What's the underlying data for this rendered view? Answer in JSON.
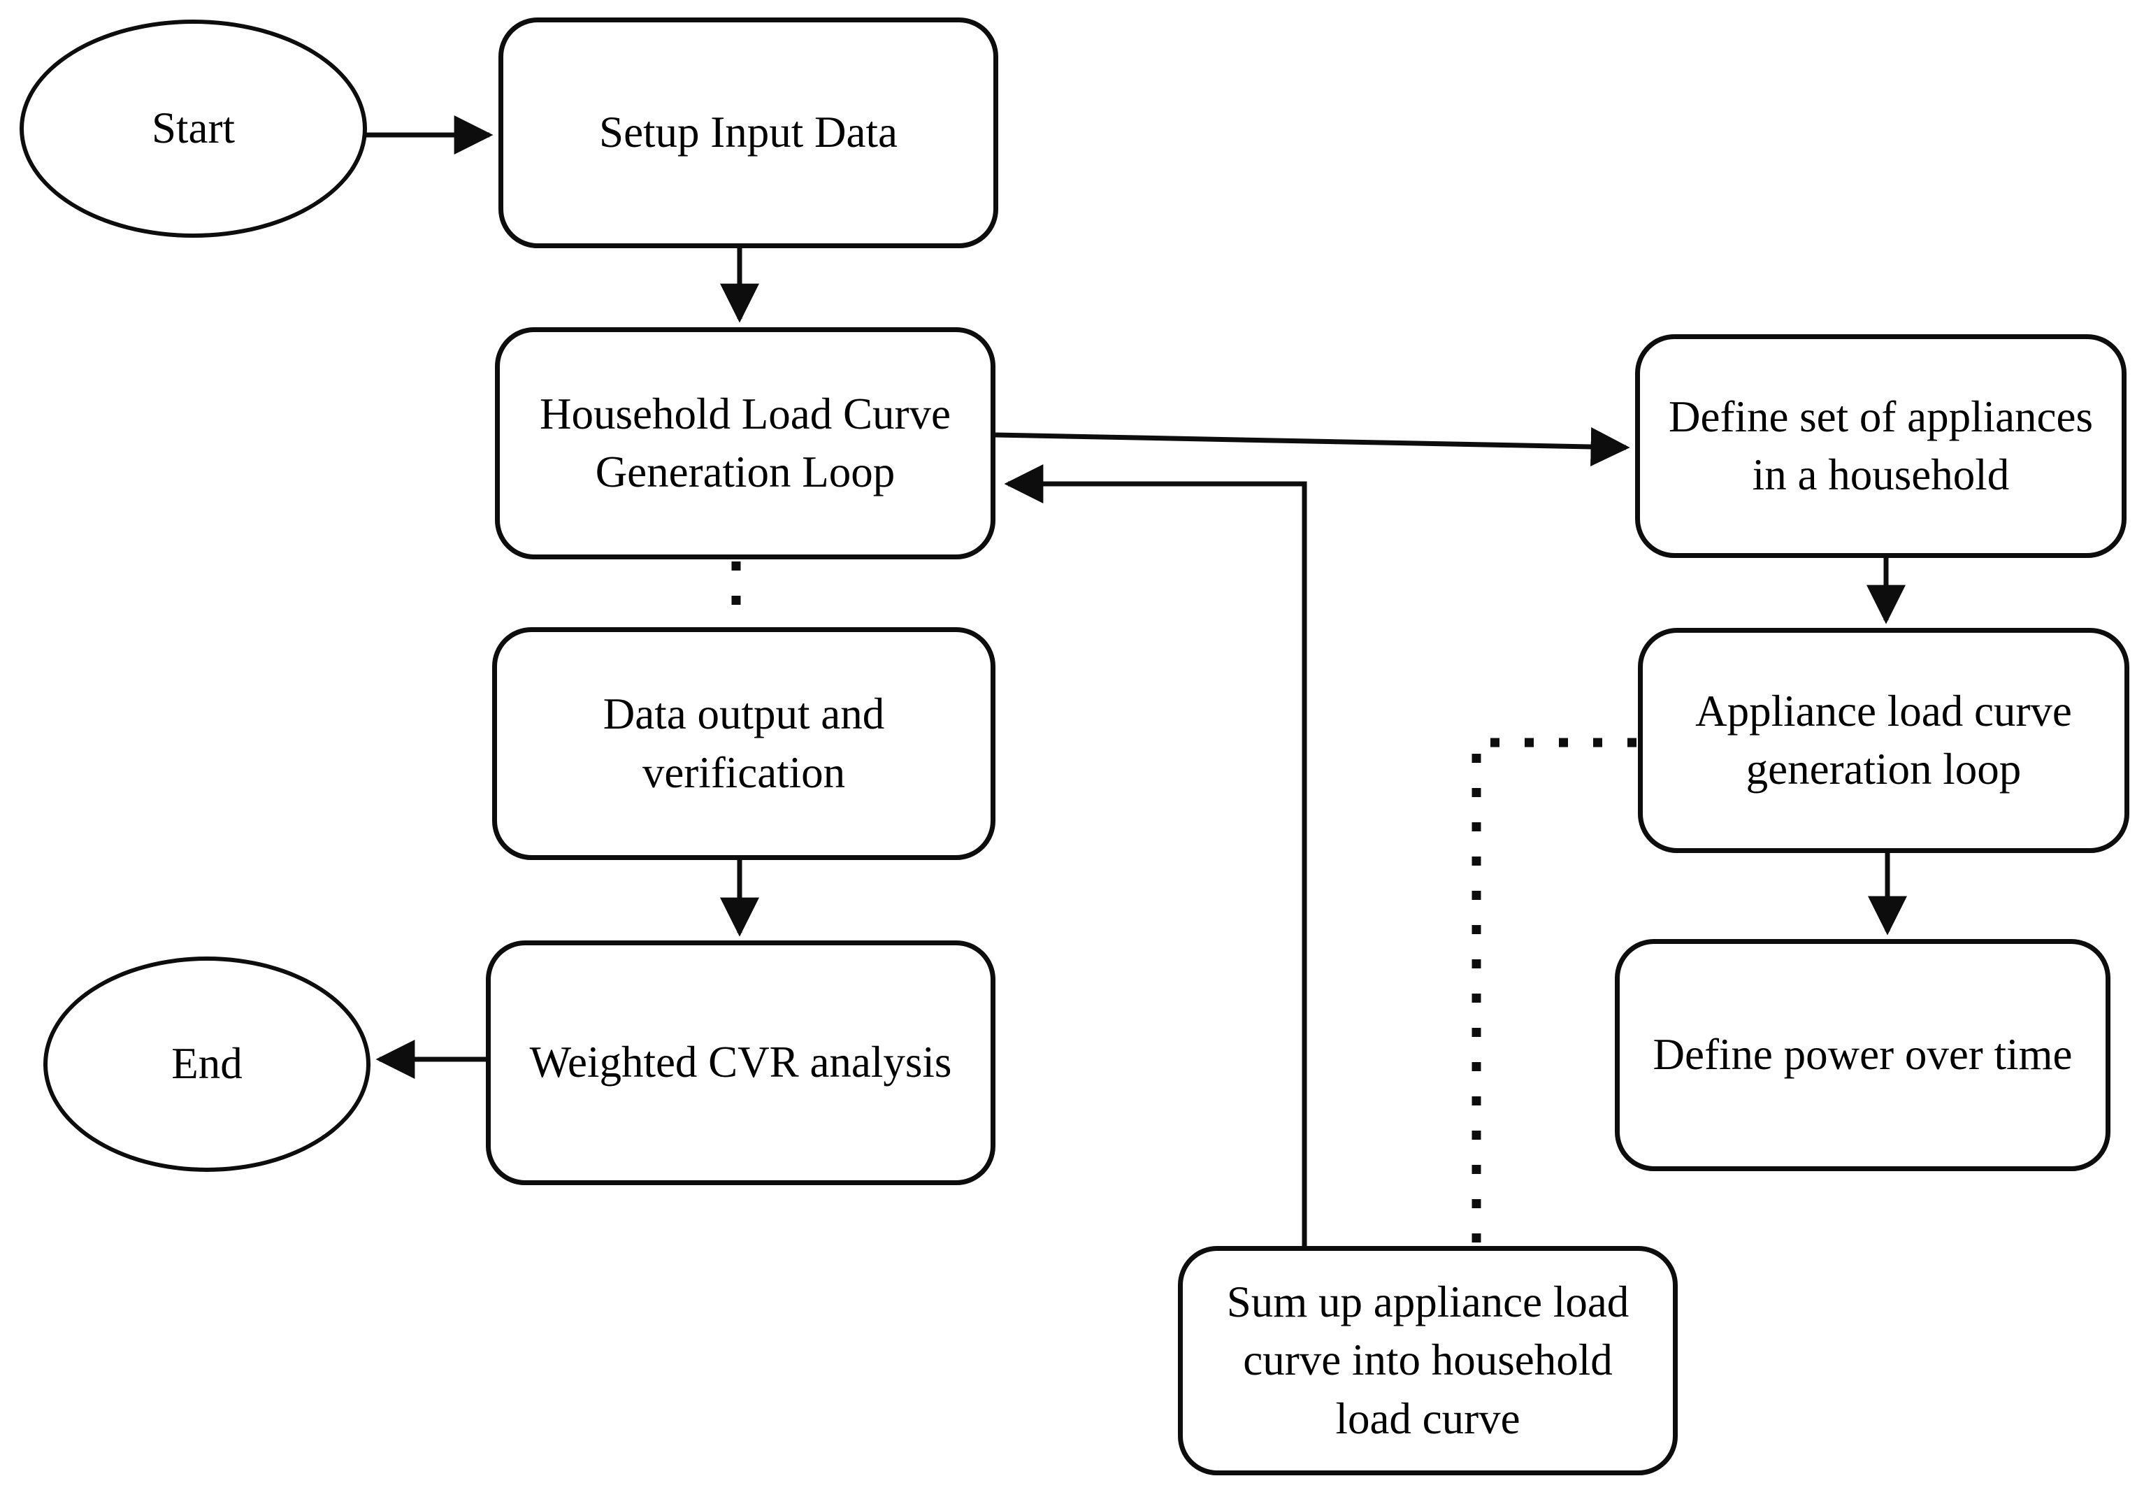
{
  "diagram": {
    "type": "flowchart",
    "colors": {
      "background": "#ffffff",
      "stroke": "#0d0d0d",
      "text": "#000000",
      "node_fill": "#ffffff"
    },
    "nodes": {
      "start": {
        "shape": "ellipse",
        "lines": [
          "Start"
        ]
      },
      "setup_input_data": {
        "shape": "rounded-rect",
        "lines": [
          "Setup Input Data"
        ]
      },
      "household_loop": {
        "shape": "rounded-rect",
        "lines": [
          "Household Load Curve",
          "Generation Loop"
        ]
      },
      "data_output": {
        "shape": "rounded-rect",
        "lines": [
          "Data output and",
          "verification"
        ]
      },
      "weighted_cvr": {
        "shape": "rounded-rect",
        "lines": [
          "Weighted CVR analysis"
        ]
      },
      "end": {
        "shape": "ellipse",
        "lines": [
          "End"
        ]
      },
      "define_set": {
        "shape": "rounded-rect",
        "lines": [
          "Define set of appliances",
          "in a household"
        ]
      },
      "appliance_loop": {
        "shape": "rounded-rect",
        "lines": [
          "Appliance load curve",
          "generation loop"
        ]
      },
      "define_power": {
        "shape": "rounded-rect",
        "lines": [
          "Define power over time"
        ]
      },
      "sum_up": {
        "shape": "rounded-rect",
        "lines": [
          "Sum up appliance load",
          "curve into household",
          "load curve"
        ]
      }
    },
    "edges": [
      {
        "from": "start",
        "to": "setup_input_data",
        "style": "solid",
        "arrow": "to"
      },
      {
        "from": "setup_input_data",
        "to": "household_loop",
        "style": "solid",
        "arrow": "to"
      },
      {
        "from": "household_loop",
        "to": "define_set",
        "style": "solid",
        "arrow": "to"
      },
      {
        "from": "sum_up",
        "to": "household_loop",
        "style": "solid",
        "arrow": "to"
      },
      {
        "from": "household_loop",
        "to": "data_output",
        "style": "dotted",
        "arrow": "none"
      },
      {
        "from": "data_output",
        "to": "weighted_cvr",
        "style": "solid",
        "arrow": "to"
      },
      {
        "from": "weighted_cvr",
        "to": "end",
        "style": "solid",
        "arrow": "to"
      },
      {
        "from": "define_set",
        "to": "appliance_loop",
        "style": "solid",
        "arrow": "to"
      },
      {
        "from": "appliance_loop",
        "to": "define_power",
        "style": "solid",
        "arrow": "to"
      },
      {
        "from": "appliance_loop",
        "to": "sum_up",
        "style": "dotted",
        "arrow": "none"
      }
    ]
  }
}
